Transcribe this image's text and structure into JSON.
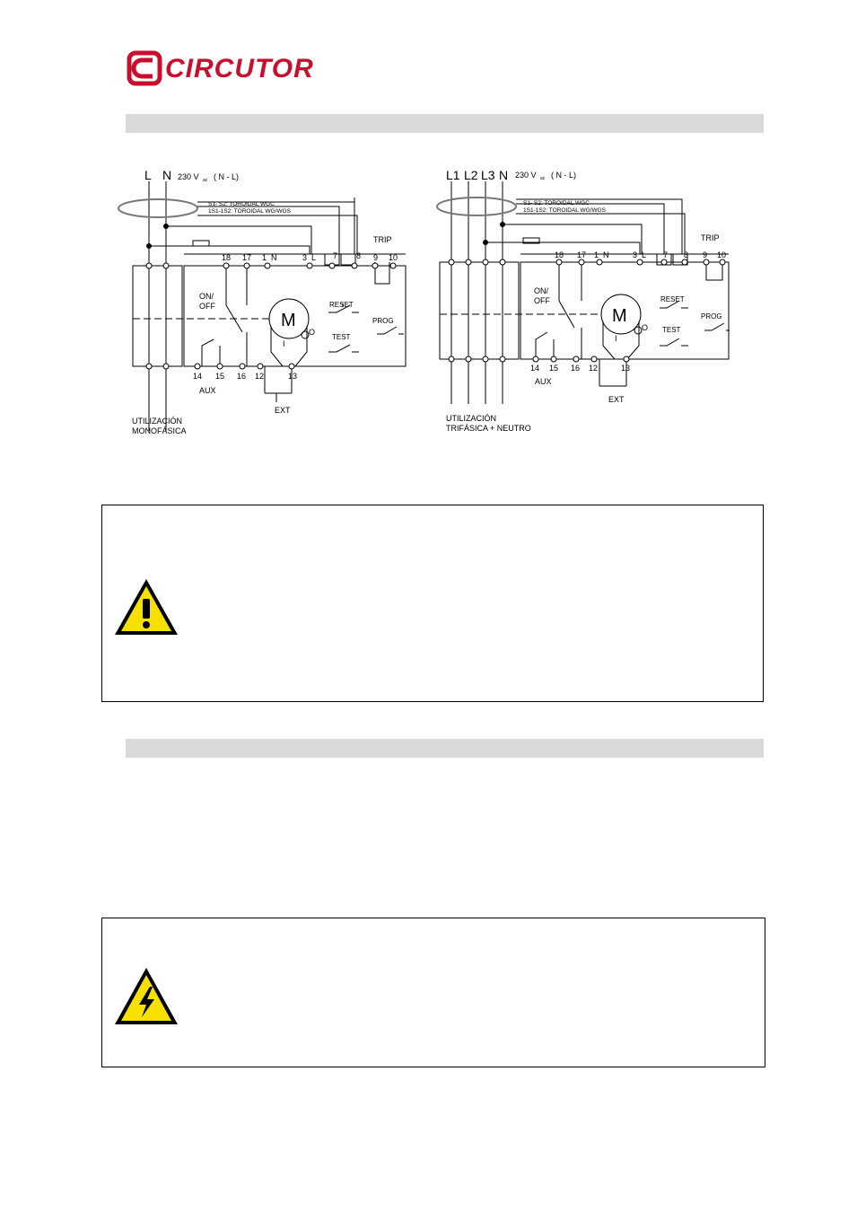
{
  "header": {
    "logo_text": "CIRCUTOR",
    "brand_color": "#c8102e"
  },
  "sections": [
    {
      "bar_label": ""
    },
    {
      "bar_label": ""
    }
  ],
  "diagram_left": {
    "phase_labels": [
      "L",
      "N"
    ],
    "supply": "230 V",
    "supply_sub": "ac",
    "supply_suffix": "( N - L)",
    "toroid_line1": "S1-  S2: TOROIDAL WGC",
    "toroid_line2": "1S1-1S2: TOROIDAL WG/WGS",
    "trip": "TRIP",
    "top_terminals": [
      "18",
      "17",
      "1",
      "N",
      "3",
      "L",
      "7",
      "8",
      "9",
      "10"
    ],
    "bottom_terminals": [
      "14",
      "15",
      "16",
      "12",
      "13"
    ],
    "onoff": "ON/",
    "onoff2": "OFF",
    "motor": "M",
    "motor_o": "O",
    "motor_i": "I",
    "reset": "RESET",
    "test": "TEST",
    "prog": "PROG",
    "aux": "AUX",
    "ext": "EXT",
    "caption_line1": "UTILIZACIÓN",
    "caption_line2": "MONOFÁSICA"
  },
  "diagram_right": {
    "phase_labels": [
      "L1",
      "L2",
      "L3",
      "N"
    ],
    "supply": "230 V",
    "supply_sub": "ac",
    "supply_suffix": "( N - L)",
    "toroid_line1": "S1-  S2: TOROIDAL WGC",
    "toroid_line2": "1S1-1S2: TOROIDAL WG/WGS",
    "trip": "TRIP",
    "top_terminals": [
      "18",
      "17",
      "1",
      "N",
      "3",
      "L",
      "7",
      "8",
      "9",
      "10"
    ],
    "bottom_terminals": [
      "14",
      "15",
      "16",
      "12",
      "13"
    ],
    "onoff": "ON/",
    "onoff2": "OFF",
    "motor": "M",
    "motor_o": "O",
    "motor_i": "I",
    "reset": "RESET",
    "test": "TEST",
    "prog": "PROG",
    "aux": "AUX",
    "ext": "EXT",
    "caption_line1": "UTILIZACIÓN",
    "caption_line2": "TRIFÁSICA + NEUTRO"
  },
  "warnings": [
    {
      "icon": "exclamation-warning-icon",
      "text": ""
    },
    {
      "icon": "electrical-hazard-icon",
      "text": ""
    }
  ]
}
